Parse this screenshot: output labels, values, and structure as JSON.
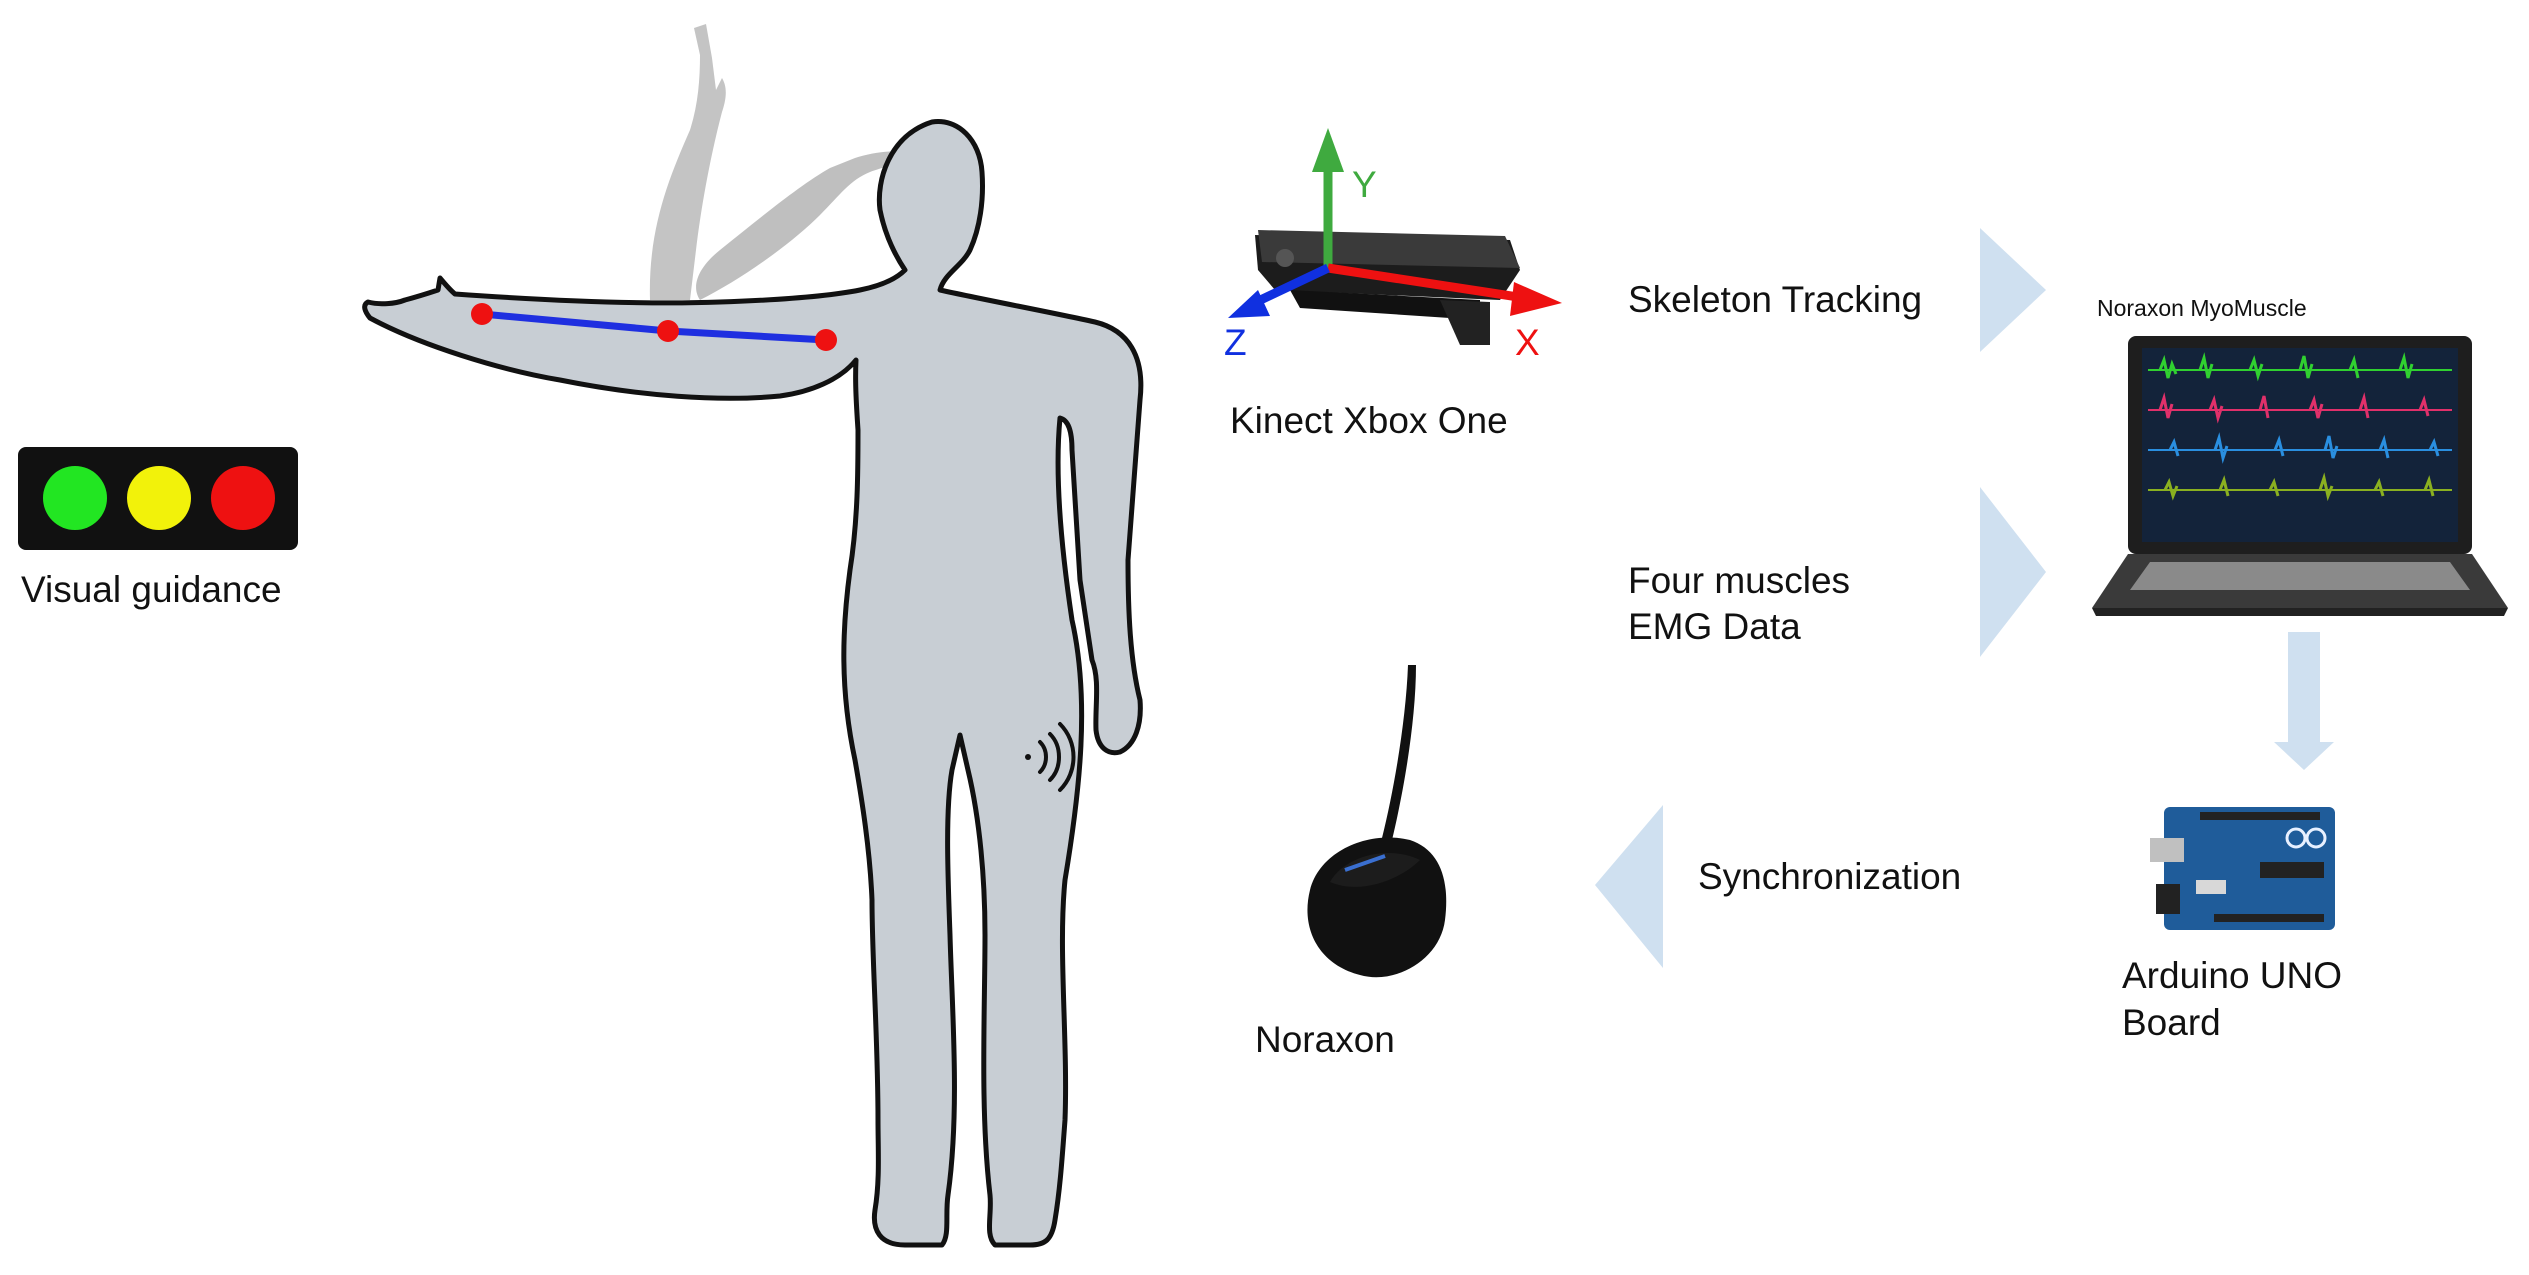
{
  "labels": {
    "visual_guidance": "Visual guidance",
    "kinect": "Kinect Xbox One",
    "skeleton_tracking": "Skeleton Tracking",
    "emg_line1": "Four muscles",
    "emg_line2": "EMG Data",
    "synchronization": "Synchronization",
    "noraxon": "Noraxon",
    "noraxon_software": "Noraxon MyoMuscle",
    "arduino_line1": "Arduino UNO",
    "arduino_line2": "Board",
    "axis_x": "X",
    "axis_y": "Y",
    "axis_z": "Z"
  },
  "colors": {
    "traffic_green": "#22e622",
    "traffic_yellow": "#f2f20a",
    "traffic_red": "#ee1111",
    "skeleton_line": "#1f2fe0",
    "joint": "#ee1111",
    "body_fill": "#c8ced4",
    "ghost_arm": "#c4c4c4",
    "flow_arrow": "#cfe0f0",
    "axis_x": "#ee1111",
    "axis_y": "#3faa3f",
    "axis_z": "#1030e0",
    "emg_green": "#30d030",
    "emg_pink": "#e0306a",
    "emg_blue": "#2a8fe0",
    "emg_olive": "#8ab020"
  },
  "icons": [
    "traffic-light-icon",
    "human-body-icon",
    "kinect-sensor-icon",
    "laptop-icon",
    "arduino-board-icon",
    "noraxon-receiver-icon",
    "wireless-signal-icon"
  ]
}
